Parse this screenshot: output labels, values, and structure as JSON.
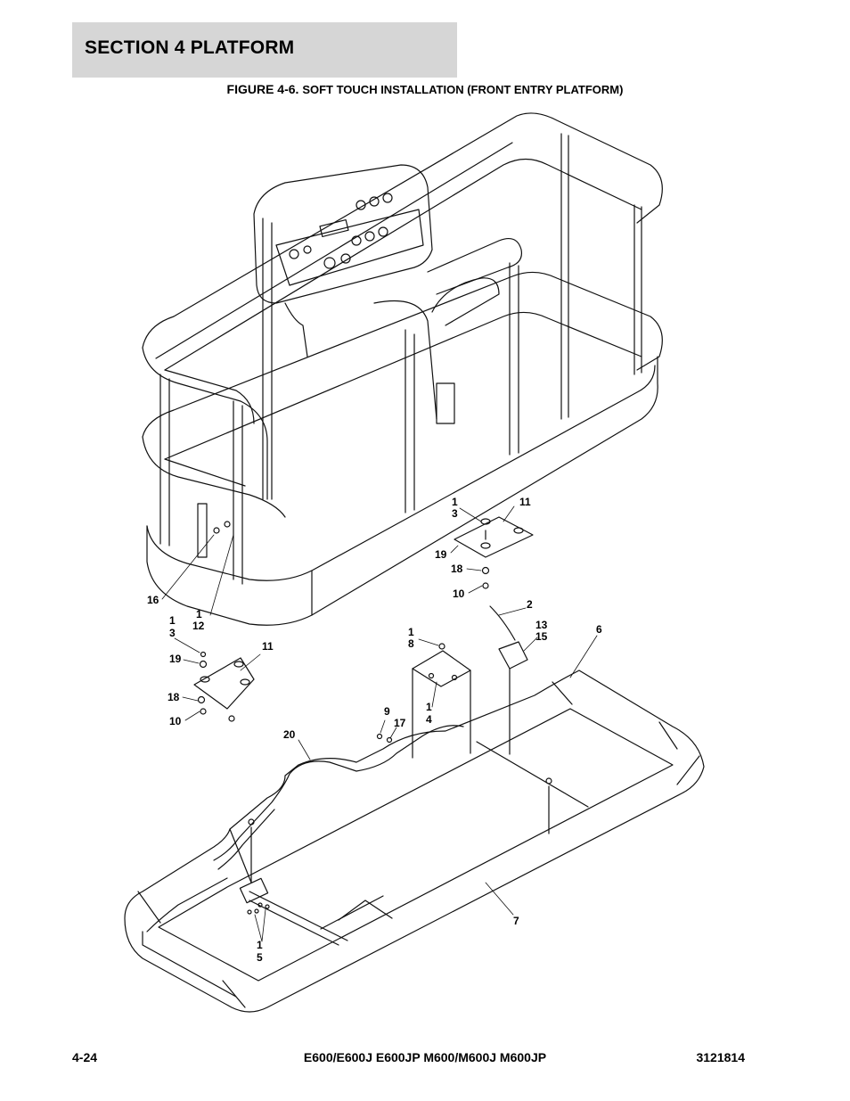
{
  "header": {
    "section_title": "SECTION 4   PLATFORM"
  },
  "figure": {
    "number": "FIGURE 4-6.",
    "title": "SOFT TOUCH INSTALLATION (FRONT ENTRY PLATFORM)"
  },
  "callouts": [
    {
      "id": "c1",
      "text": "1"
    },
    {
      "id": "c3",
      "text": "3"
    },
    {
      "id": "c11",
      "text": "11"
    },
    {
      "id": "c19",
      "text": "19"
    },
    {
      "id": "c18",
      "text": "18"
    },
    {
      "id": "c10",
      "text": "10"
    },
    {
      "id": "c2",
      "text": "2"
    },
    {
      "id": "c16",
      "text": "16"
    },
    {
      "id": "c1b",
      "text": "1"
    },
    {
      "id": "c12",
      "text": "12"
    },
    {
      "id": "c1c",
      "text": "1"
    },
    {
      "id": "c3b",
      "text": "3"
    },
    {
      "id": "c11b",
      "text": "11"
    },
    {
      "id": "c19b",
      "text": "19"
    },
    {
      "id": "c18b",
      "text": "18"
    },
    {
      "id": "c10b",
      "text": "10"
    },
    {
      "id": "c1d",
      "text": "1"
    },
    {
      "id": "c8",
      "text": "8"
    },
    {
      "id": "c13",
      "text": "13"
    },
    {
      "id": "c15",
      "text": "15"
    },
    {
      "id": "c6",
      "text": "6"
    },
    {
      "id": "c9",
      "text": "9"
    },
    {
      "id": "c17",
      "text": "17"
    },
    {
      "id": "c1e",
      "text": "1"
    },
    {
      "id": "c4",
      "text": "4"
    },
    {
      "id": "c20",
      "text": "20"
    },
    {
      "id": "c7",
      "text": "7"
    },
    {
      "id": "c1f",
      "text": "1"
    },
    {
      "id": "c5",
      "text": "5"
    }
  ],
  "footer": {
    "page_number": "4-24",
    "models": "E600/E600J E600JP M600/M600J M600JP",
    "doc_number": "3121814"
  }
}
